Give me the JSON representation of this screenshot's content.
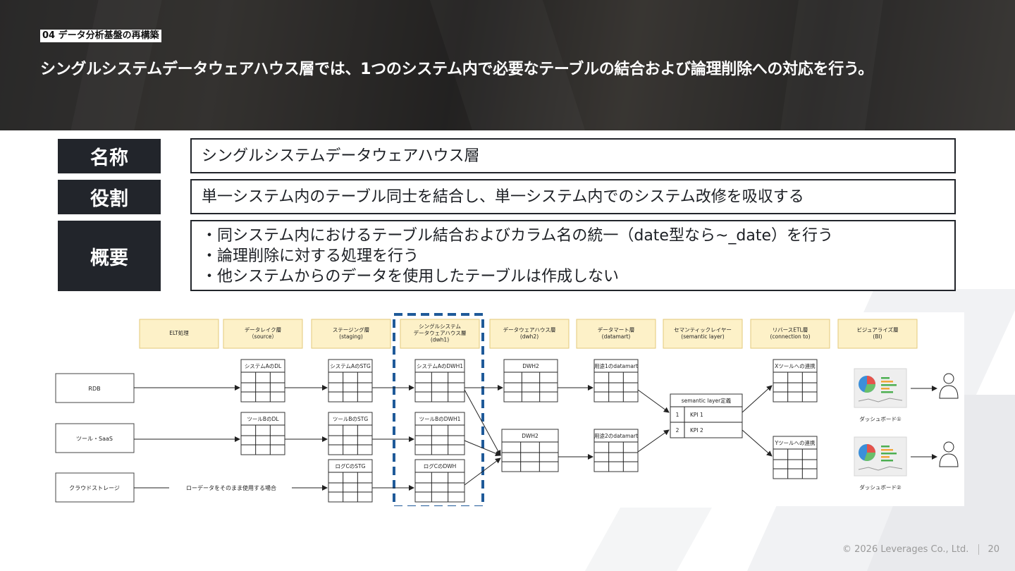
{
  "header": {
    "chapter": "04 データ分析基盤の再構築",
    "headline": "シングルシステムデータウェアハウス層では、1つのシステム内で必要なテーブルの結合および論理削除への対応を行う。"
  },
  "definition": {
    "name_label": "名称",
    "name_value": "シングルシステムデータウェアハウス層",
    "role_label": "役割",
    "role_value": "単一システム内のテーブル同士を結合し、単一システム内でのシステム改修を吸収する",
    "summary_label": "概要",
    "summary_lines": [
      "・同システム内におけるテーブル結合およびカラム名の統一（date型なら~_date）を行う",
      "・論理削除に対する処理を行う",
      "・他システムからのデータを使用したテーブルは作成しない"
    ]
  },
  "diagram": {
    "layers": [
      [
        "ELT処理"
      ],
      [
        "データレイク層",
        "（source）"
      ],
      [
        "ステージング層",
        "(staging)"
      ],
      [
        "シングルシステム",
        "データウェアハウス層",
        "(dwh1)"
      ],
      [
        "データウェアハウス層",
        "(dwh2)"
      ],
      [
        "データマート層",
        "(datamart)"
      ],
      [
        "セマンティックレイヤー",
        "(semantic layer)"
      ],
      [
        "リバースETL層",
        "(connection to)"
      ],
      [
        "ビジュアライズ層",
        "(BI)"
      ]
    ],
    "sources": [
      "RDB",
      "ツール・SaaS",
      "クラウドストレージ"
    ],
    "raw_path_label": "ローデータをそのまま使用する場合",
    "tables": {
      "dl_a": "システムAのDL",
      "dl_b": "ツールBのDL",
      "stg_a": "システムAのSTG",
      "stg_b": "ツールBのSTG",
      "stg_c": "ログCのSTG",
      "dwh1_a": "システムAのDWH1",
      "dwh1_b": "ツールBのDWH1",
      "dwh1_c": "ログCのDWH",
      "dwh2_top": "DWH2",
      "dwh2_bottom": "DWH2",
      "mart_1": "用途1のdatamart",
      "mart_2": "用途2のdatamart",
      "rev_x": "Xツールへの連携",
      "rev_y": "Yツールへの連携"
    },
    "semantic": {
      "title": "semantic layer定義",
      "rows": [
        [
          "1",
          "KPI 1"
        ],
        [
          "2",
          "KPI 2"
        ]
      ]
    },
    "dashboards": [
      "ダッシュボード①",
      "ダッシュボード②"
    ]
  },
  "footer": {
    "copyright": "© 2026 Leverages Co., Ltd.",
    "page": "20"
  },
  "colors": {
    "label_bg": "#22252b",
    "layer_header_bg": "#fdf1c8",
    "highlight_dash": "#1f5a99"
  }
}
